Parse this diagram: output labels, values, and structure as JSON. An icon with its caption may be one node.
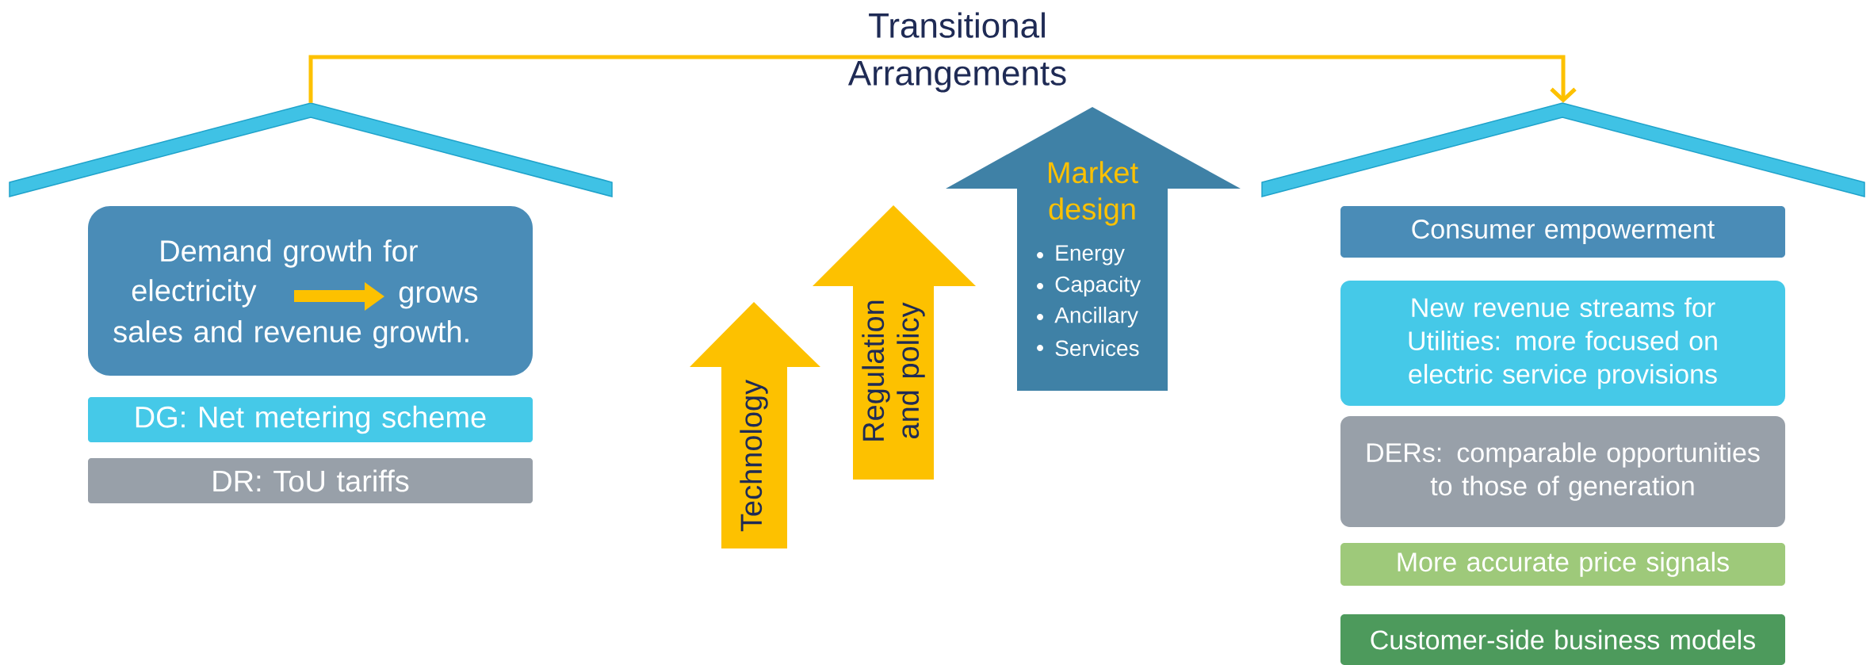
{
  "diagram": {
    "title": "Transitional Arrangements",
    "nodes": [
      {
        "text": [],
        "shape": "roof"
      },
      {
        "text": [
          "Demand growth for electricity",
          "grows sales and revenue growth."
        ]
      },
      {
        "text": [
          "DG: Net metering scheme"
        ]
      },
      {
        "text": [
          "DR: ToU tariffs"
        ]
      },
      {
        "text": [
          "Technology"
        ]
      },
      {
        "text": [
          "Regulation and policy"
        ]
      },
      {
        "text": [
          "Market design",
          "Energy",
          "Capacity",
          "Ancillary",
          "Services"
        ]
      },
      {
        "text": [],
        "shape": "roof"
      },
      {
        "text": [
          "Consumer empowerment"
        ]
      },
      {
        "text": [
          "New revenue streams for Utilities: more focused on electric service provisions"
        ]
      },
      {
        "text": [
          "DERs: comparable opportunities to those of generation"
        ]
      },
      {
        "text": [
          "More accurate price signals"
        ]
      },
      {
        "text": [
          "Customer-side business models"
        ]
      }
    ],
    "edges": [
      {
        "from": 0,
        "to": 7,
        "arrow": "to"
      }
    ]
  }
}
